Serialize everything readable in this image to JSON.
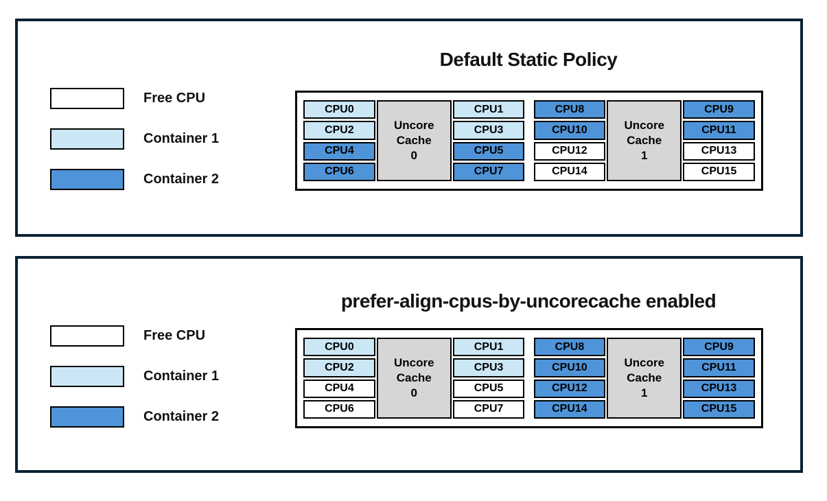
{
  "colors": {
    "free": "#FFFFFF",
    "container1": "#CBE7F6",
    "container2": "#4F94D8",
    "cache": "#D6D6D6",
    "panel_border": "#0A2233",
    "diagram_border": "#000000",
    "cell_border": "#000000",
    "text": "#000000"
  },
  "legend": {
    "items": [
      {
        "label": "Free CPU",
        "fill": "free"
      },
      {
        "label": "Container 1",
        "fill": "container1"
      },
      {
        "label": "Container 2",
        "fill": "container2"
      }
    ]
  },
  "panels": [
    {
      "title": "Default Static Policy",
      "groups": [
        {
          "cache_label": "Uncore\nCache\n0",
          "left": [
            {
              "label": "CPU0",
              "fill": "container1"
            },
            {
              "label": "CPU2",
              "fill": "container1"
            },
            {
              "label": "CPU4",
              "fill": "container2"
            },
            {
              "label": "CPU6",
              "fill": "container2"
            }
          ],
          "right": [
            {
              "label": "CPU1",
              "fill": "container1"
            },
            {
              "label": "CPU3",
              "fill": "container1"
            },
            {
              "label": "CPU5",
              "fill": "container2"
            },
            {
              "label": "CPU7",
              "fill": "container2"
            }
          ]
        },
        {
          "cache_label": "Uncore\nCache\n1",
          "left": [
            {
              "label": "CPU8",
              "fill": "container2"
            },
            {
              "label": "CPU10",
              "fill": "container2"
            },
            {
              "label": "CPU12",
              "fill": "free"
            },
            {
              "label": "CPU14",
              "fill": "free"
            }
          ],
          "right": [
            {
              "label": "CPU9",
              "fill": "container2"
            },
            {
              "label": "CPU11",
              "fill": "container2"
            },
            {
              "label": "CPU13",
              "fill": "free"
            },
            {
              "label": "CPU15",
              "fill": "free"
            }
          ]
        }
      ]
    },
    {
      "title": "prefer-align-cpus-by-uncorecache enabled",
      "groups": [
        {
          "cache_label": "Uncore\nCache\n0",
          "left": [
            {
              "label": "CPU0",
              "fill": "container1"
            },
            {
              "label": "CPU2",
              "fill": "container1"
            },
            {
              "label": "CPU4",
              "fill": "free"
            },
            {
              "label": "CPU6",
              "fill": "free"
            }
          ],
          "right": [
            {
              "label": "CPU1",
              "fill": "container1"
            },
            {
              "label": "CPU3",
              "fill": "container1"
            },
            {
              "label": "CPU5",
              "fill": "free"
            },
            {
              "label": "CPU7",
              "fill": "free"
            }
          ]
        },
        {
          "cache_label": "Uncore\nCache\n1",
          "left": [
            {
              "label": "CPU8",
              "fill": "container2"
            },
            {
              "label": "CPU10",
              "fill": "container2"
            },
            {
              "label": "CPU12",
              "fill": "container2"
            },
            {
              "label": "CPU14",
              "fill": "container2"
            }
          ],
          "right": [
            {
              "label": "CPU9",
              "fill": "container2"
            },
            {
              "label": "CPU11",
              "fill": "container2"
            },
            {
              "label": "CPU13",
              "fill": "container2"
            },
            {
              "label": "CPU15",
              "fill": "container2"
            }
          ]
        }
      ]
    }
  ]
}
